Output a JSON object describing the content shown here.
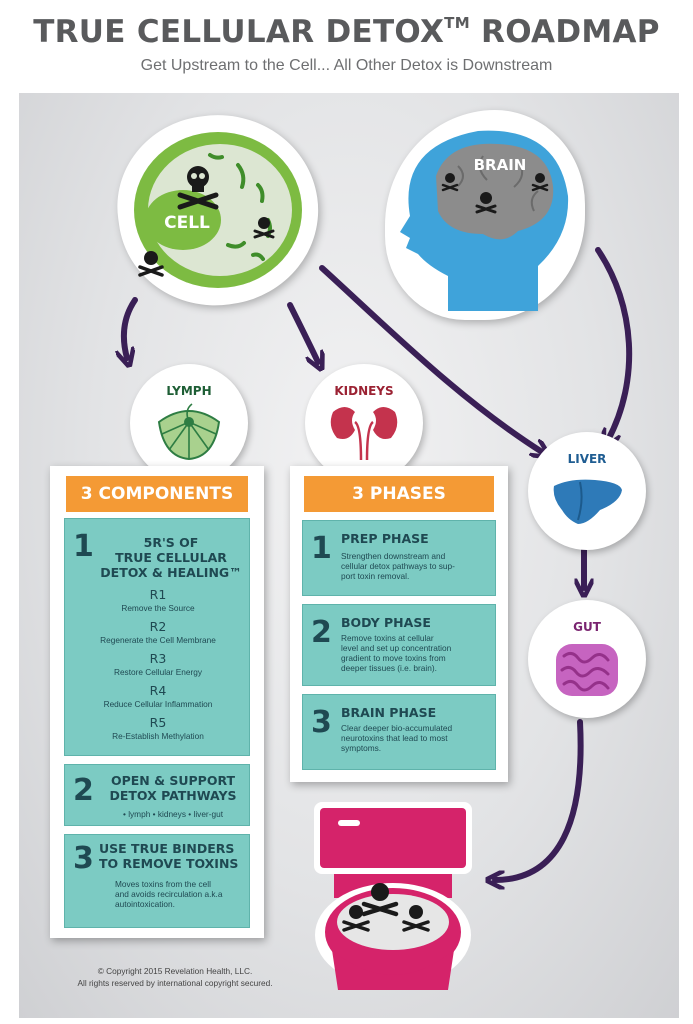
{
  "header": {
    "title": "TRUE CELLULAR DETOX",
    "tm": "TM",
    "title_end": "ROADMAP",
    "subtitle": "Get Upstream to the Cell... All Other Detox is Downstream"
  },
  "nodes": {
    "cell": "CELL",
    "brain": "BRAIN",
    "lymph": "LYMPH",
    "kidneys": "KIDNEYS",
    "liver": "LIVER",
    "gut": "GUT"
  },
  "components": {
    "header": "3 COMPONENTS",
    "items": [
      {
        "num": "1",
        "title_lines": [
          "5R'S OF",
          "TRUE CELLULAR",
          "DETOX & HEALING™"
        ]
      },
      {
        "num": "2",
        "title_lines": [
          "OPEN & SUPPORT",
          "DETOX PATHWAYS"
        ],
        "text": "• lymph • kidneys • liver-gut"
      },
      {
        "num": "3",
        "title_lines": [
          "USE TRUE BINDERS",
          "TO REMOVE TOXINS"
        ],
        "text_lines": [
          "Moves toxins from the cell",
          "and avoids recirculation a.k.a",
          "autointoxication."
        ]
      }
    ],
    "rs": [
      {
        "code": "R1",
        "desc": "Remove the Source"
      },
      {
        "code": "R2",
        "desc": "Regenerate the Cell Membrane"
      },
      {
        "code": "R3",
        "desc": "Restore Cellular Energy"
      },
      {
        "code": "R4",
        "desc": "Reduce Cellular Inflammation"
      },
      {
        "code": "R5",
        "desc": "Re-Establish Methylation"
      }
    ]
  },
  "phases": {
    "header": "3 PHASES",
    "items": [
      {
        "num": "1",
        "title": "PREP PHASE",
        "text_lines": [
          "Strengthen downstream and",
          "cellular detox pathways to sup-",
          "port toxin removal."
        ]
      },
      {
        "num": "2",
        "title": "BODY PHASE",
        "text_lines": [
          "Remove toxins at cellular",
          "level and set up concentration",
          "gradient to move toxins from",
          "deeper tissues (i.e. brain)."
        ]
      },
      {
        "num": "3",
        "title": "BRAIN PHASE",
        "text_lines": [
          "Clear deeper bio-accumulated",
          "neurotoxins that lead to most",
          "symptoms."
        ]
      }
    ]
  },
  "footer": {
    "line1": "© Copyright 2015 Revelation Health, LLC.",
    "line2": "All rights reserved by international copyright secured."
  },
  "colors": {
    "arrow": "#3a1f56",
    "orange": "#f49a35",
    "teal": "#7ccbc3",
    "cell_green": "#7dbb42",
    "brain_blue": "#3fa3da",
    "kidney_red": "#c4334d",
    "liver_blue": "#2e7ab8",
    "gut_purple": "#95318a",
    "toilet_pink": "#d5236a"
  }
}
